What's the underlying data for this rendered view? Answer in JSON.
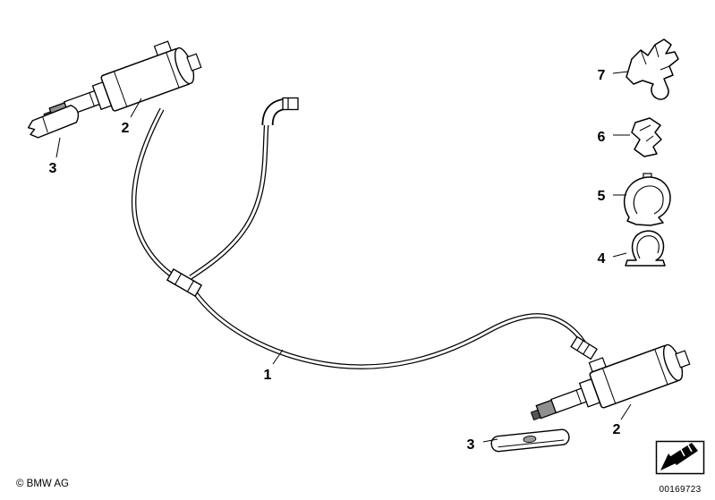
{
  "diagram": {
    "background": "#ffffff",
    "line_color": "#000000",
    "shade_color": "#8f8f8f"
  },
  "callouts": {
    "hose": "1",
    "jet_top": "2",
    "cover_top": "3",
    "clip_u": "4",
    "clip_ring": "5",
    "clip_small": "6",
    "bracket": "7",
    "jet_bottom": "2",
    "cover_bottom": "3"
  },
  "footer": {
    "copyright": "© BMW AG",
    "image_number": "00169723"
  },
  "icons": {
    "photo_direction": "diagonal-arrow-down-left"
  }
}
